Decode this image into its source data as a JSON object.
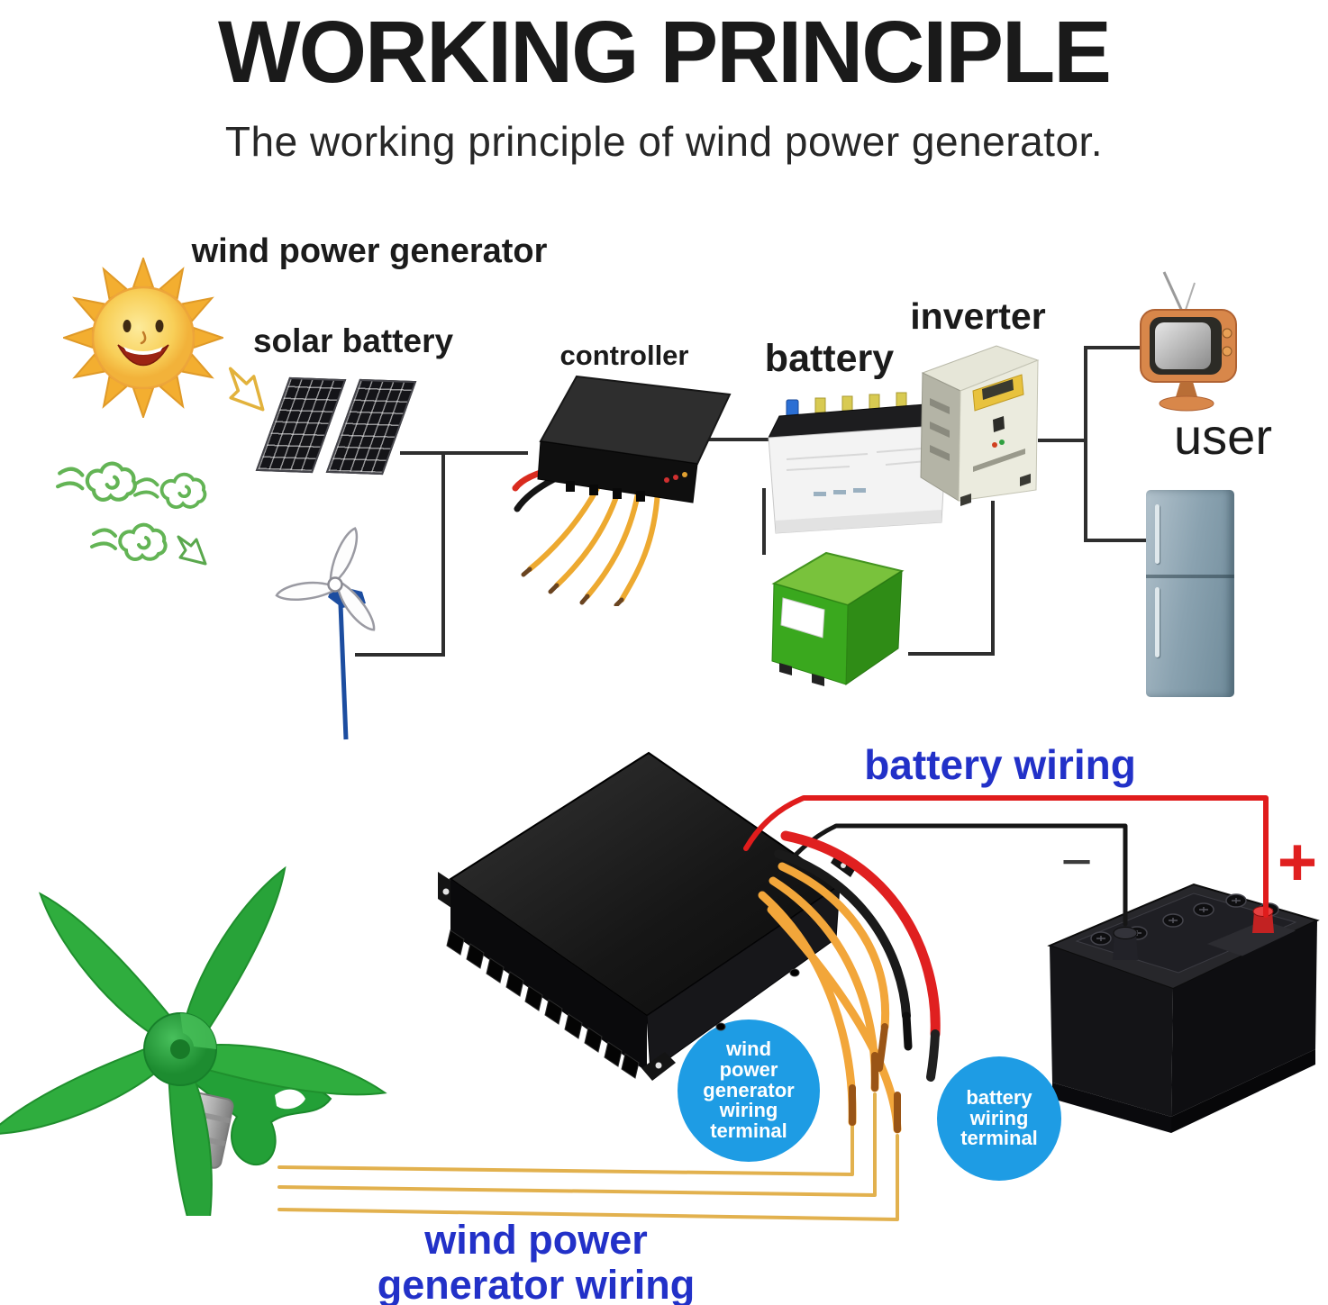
{
  "header": {
    "title": "WORKING PRINCIPLE",
    "subtitle": "The working principle of wind power generator."
  },
  "diagram": {
    "wind_power_generator_label": "wind power generator",
    "solar_battery_label": "solar battery",
    "controller_label": "controller",
    "battery_label": "battery",
    "inverter_label": "inverter",
    "user_label": "user"
  },
  "wiring": {
    "battery_wiring_label": "battery wiring",
    "wind_generator_wiring_label": "wind power\ngenerator wiring",
    "wind_terminal_label": "wind\npower\ngenerator\nwiring\nterminal",
    "battery_terminal_label": "battery\nwiring\nterminal",
    "plus_symbol": "+",
    "minus_symbol": "−"
  },
  "colors": {
    "label_blue": "#2231c8",
    "terminal_circle_blue": "#1e9ce4",
    "wire_red": "#e02020",
    "wire_yellow": "#f2a63a",
    "wire_black": "#1a1a1a",
    "schematic_line": "#2e2e2e",
    "turbine_green": "#2fad3e",
    "wind_cloud_green": "#63b455"
  }
}
